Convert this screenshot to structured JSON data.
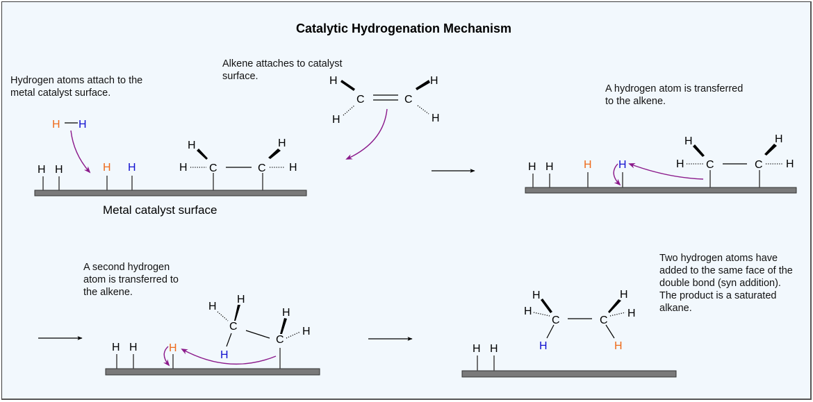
{
  "title": "Catalytic Hydrogenation Mechanism",
  "colors": {
    "background": "#f2f8fd",
    "arrow": "#8b1a8b",
    "surface": "#7a7a7a",
    "hydrogen_a": "#ee6a1a",
    "hydrogen_b": "#1010d0"
  },
  "steps": [
    {
      "caption": [
        "Hydrogen atoms attach to the",
        "metal catalyst surface."
      ],
      "surface_label": "Metal catalyst surface"
    },
    {
      "caption": [
        "Alkene attaches to catalyst",
        "surface."
      ]
    },
    {
      "caption": [
        "A hydrogen atom is transferred",
        "to the alkene."
      ]
    },
    {
      "caption": [
        "A second hydrogen",
        "atom is transferred to",
        "the alkene."
      ]
    },
    {
      "caption": [
        "Two hydrogen atoms have",
        "added to the same face of the",
        "double bond (syn addition).",
        "The product is a saturated",
        "alkane."
      ]
    }
  ],
  "atoms": {
    "H": "H",
    "C": "C"
  }
}
